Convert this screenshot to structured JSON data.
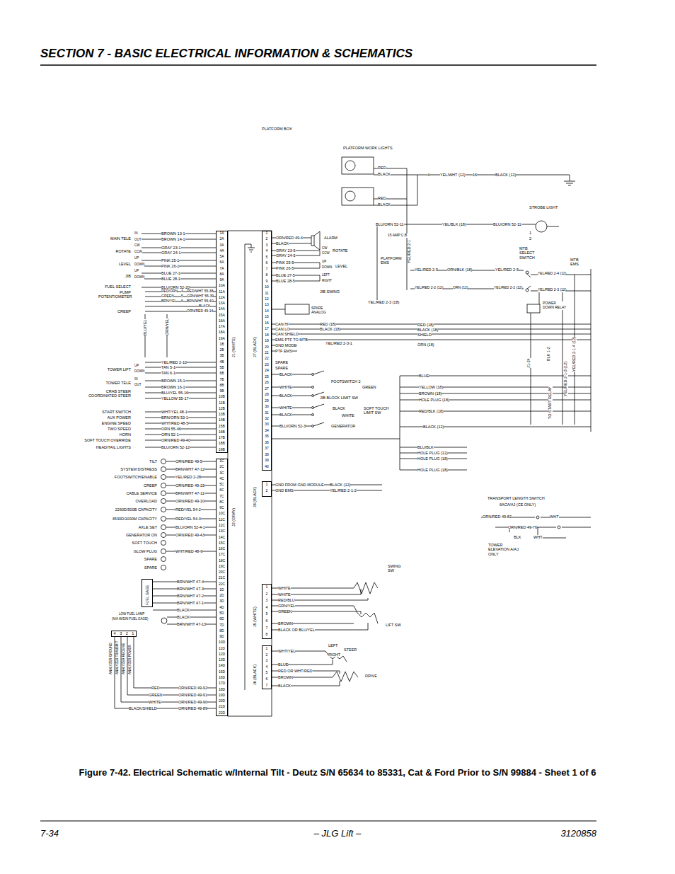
{
  "diagram": {
    "title": "SECTION 7 - BASIC ELECTRICAL INFORMATION & SCHEMATICS",
    "caption": "Figure 7-42. Electrical Schematic w/Internal Tilt - Deutz S/N 65634 to 85331, Cat & Ford Prior to S/N 99884 - Sheet 1 of 6",
    "nodes": [
      {
        "text": [
          "J1 (WHITE)"
        ]
      },
      {
        "text": [
          "J2 (GRAY)"
        ]
      },
      {
        "text": [
          "J7 (BLACK)"
        ]
      },
      {
        "text": [
          "J8 (BLACK)"
        ]
      },
      {
        "text": [
          "J5 (WHITE)"
        ]
      },
      {
        "text": [
          "J6 (BLACK)"
        ]
      },
      {
        "text": [
          "FUEL GAGE"
        ]
      },
      {
        "text": [
          "4 3 2 1"
        ]
      }
    ],
    "labels": [
      "7-34",
      "– JLG Lift –",
      "3120858",
      "PLATFORM BOX",
      "PLATFORM WORK LIGHTS",
      "RED",
      "BLACK",
      "RED",
      "BLACK",
      "4",
      "YEL/WHT (12)",
      "16",
      "BLACK (12)",
      "STROBE LIGHT",
      "BLU/ORN 52-11",
      "YEL/BLK (18)",
      "BLU/ORN 52-11",
      "1",
      "2",
      "15 AMP C.B.",
      "YEL/RED 2-1",
      "PLATFORM EMS",
      "YEL/RED 2-5",
      "ORN/BLK (18)",
      "YEL/RED 2-5",
      "YEL/RED 2-2 (12)",
      "ORN (12)",
      "YEL/RED 2-2 (12)",
      "MTB SELECT SWITCH",
      "MTB EMS",
      "YEL/RED 2-4 (12)",
      "YEL/RED 2-3 (12)",
      "POWER DOWN RELAY",
      "YEL/RED 2-3 (18)",
      "ORN/RED 49-4",
      "BLACK",
      "GRAY 23-5",
      "GRAY 24-5",
      "PINK 25-5",
      "PINK 26-5",
      "BLUE 27-5",
      "BLUE 28-5",
      "ALARM",
      "ROTATE",
      "LEVEL",
      "JIB SWING",
      "CW",
      "CCW",
      "UP",
      "DOWN",
      "LEFT",
      "RIGHT",
      "SPARE ANALOG",
      "CAN HI",
      "CAN LO",
      "CAN SHIELD",
      "EMS PTF TO MTB",
      "GND MODE",
      "PTF EMS",
      "RED (18)",
      "BLACK (18)",
      "YEL/RED 2-3-1",
      "RED (18)",
      "BLACK (18)",
      "SHIELD",
      "ORN (18)",
      "SPARE",
      "SPARE",
      "BLACK",
      "WHITE",
      "BLACK",
      "WHITE",
      "BLACK",
      "BLU/ORN 52-3",
      "FOOTSWITCH 2",
      "GREEN",
      "JIB BLOCK LIMIT SW",
      "BLACK",
      "WHITE",
      "GENERATOR",
      "SOFT TOUCH LIMIT SW",
      "BLUE",
      "YELLOW (18)",
      "BROWN (18)",
      "HOLE PLUG (18)",
      "RED/BLK (18)",
      "BLACK (12)",
      "BLU/BLK",
      "HOLE PLUG (12)",
      "HOLE PLUG (18)",
      "HOLE PLUG (18)",
      "BLK 1-2",
      "J1-24",
      "TO START RELAY",
      "YEL/RED 2-1-3 (12)",
      "YEL/RED 2-1-4 (12)",
      "GND FROM GND MODULE",
      "GND EMS",
      "BLACK (12)",
      "YEL/RED 2-1-2",
      "TRANSPORT LENGTH SWITCH",
      "6ACA/AJ (CE ONLY)",
      "ORN/RED 49-82",
      "WHT",
      "ORN/RED 49-76",
      "BLK",
      "WHT",
      "TOWER ELEVATION A/AJ ONLY",
      "SWING SW",
      "LIFT SW",
      "WHITE",
      "WHITE",
      "RED/BLU",
      "GRN/YEL",
      "GREEN",
      "BROWN",
      "BLACK OR BLU/YEL",
      "LEFT",
      "RIGHT",
      "STEER",
      "WHT/YEL",
      "BLUE",
      "RED OR WHT/RED",
      "BROWN",
      "BLACK",
      "DRIVE",
      "MAIN TELE",
      "ROTATE",
      "LEVEL",
      "JIB",
      "FUEL SELECT",
      "CREEP",
      "PUMP POTENTIOMETER",
      "IN",
      "OUT",
      "CW",
      "CCW",
      "UP",
      "DOWN",
      "UP",
      "DOWN",
      "BROWN 13-1",
      "BROWN 14-1",
      "GRAY 23-1",
      "GRAY 24-1",
      "PINK 25-1",
      "PINK 26-1",
      "BLUE 27-1",
      "BLUE 28-1",
      "BLU/ORN 52-20",
      "RED/ORN",
      "GREEN",
      "BRN/YEL",
      "4",
      "5",
      "6",
      "RED/WHT 55-38",
      "GRN/WHT 55-39",
      "BRN/WHT 55-40",
      "BLACK",
      "ORN/RED 49-14",
      "BLU/YEL",
      "ORN/YEL",
      "YEL/RED 2-10",
      "UP",
      "DOWN",
      "IN",
      "OUT",
      "TOWER LIFT",
      "TOWER TELE",
      "CRAB STEER COORDINATED STEER",
      "START SWITCH",
      "AUX POWER",
      "ENGINE SPEED",
      "TWO SPEED",
      "HORN",
      "SOFT TOUCH OVERRIDE",
      "HEAD/TAIL LIGHTS",
      "TAN 5-1",
      "TAN 6-1",
      "BROWN 15-1",
      "BROWN 16-1",
      "BLU/YEL 55-16",
      "YELLOW 55-17",
      "WHT/YEL 48-1",
      "BRN/ORN 53-1",
      "WHT/RED 48-5",
      "ORN 55-46",
      "ORN 52-1",
      "ORN/RED 49-40",
      "BLU/ORN 52-12",
      "TILT",
      "SYSTEM DISTRESS",
      "FOOTSWITCH/ENABLE",
      "CREEP",
      "CABLE SERVICE",
      "OVERLOAD",
      "2260D/500B CAPACITY",
      "4530D/1000M CAPACITY",
      "AXLE SET",
      "GENERATOR ON",
      "SOFT TOUCH",
      "GLOW PLUG",
      "SPARE",
      "SPARE",
      "ORN/RED 49-5",
      "BRN/WHT 47-12",
      "YEL/RED 2-28",
      "ORN/RED 49-15",
      "BRN/WHT 47-11",
      "ORN/RED 49-10",
      "RED/YEL 54-2",
      "RED/YEL 54-3",
      "BLU/ORN 52-4-1",
      "ORN/RED 49-43",
      "WHT/RED 48-6",
      "BRN/WHT 47-4",
      "BRN/WHT 47-3",
      "BRN/WHT 47-2",
      "BRN/WHT 47-1",
      "BLACK",
      "LOW FUEL LAMP",
      "(N/A W/DIN FUEL GAGE)",
      "BLACK",
      "BRN/WHT 47-13",
      "ANALYZER GROUND",
      "ANALYZER TRANSMIT",
      "ANALYZER RECEIVE",
      "ANALYZER POWER",
      "RED",
      "GREEN",
      "WHITE",
      "BLACK/SHIELD",
      "ORN/RED 49-92",
      "ORN/RED 49-91",
      "ORN/RED 49-90",
      "ORN/RED 49-89",
      "1A",
      "2A",
      "3A",
      "4A",
      "5A",
      "6A",
      "7A",
      "8A",
      "9A",
      "10A",
      "11A",
      "12A",
      "13A",
      "14A",
      "15A",
      "16A",
      "17A",
      "18A",
      "19A",
      "1B",
      "2B",
      "3B",
      "4B",
      "5B",
      "6B",
      "7B",
      "8B",
      "9B",
      "10B",
      "11B",
      "12B",
      "13B",
      "14B",
      "15B",
      "16B",
      "17B",
      "18B",
      "19B",
      "1C",
      "2C",
      "3C",
      "4C",
      "5C",
      "6C",
      "7C",
      "8C",
      "9C",
      "10C",
      "11C",
      "12C",
      "13C",
      "14C",
      "15C",
      "16C",
      "17C",
      "18C",
      "19C",
      "20C",
      "21C",
      "22C",
      "1D",
      "2D",
      "3D",
      "4D",
      "5D",
      "6D",
      "7D",
      "8D",
      "9D",
      "10D",
      "11D",
      "12D",
      "13D",
      "14D",
      "15D",
      "16D",
      "17D",
      "18D",
      "19D",
      "20D",
      "21D",
      "22D",
      "1",
      "2",
      "3",
      "4",
      "5",
      "6",
      "7",
      "8",
      "9",
      "10",
      "11",
      "12",
      "13",
      "14",
      "15",
      "16",
      "17",
      "18",
      "19",
      "20",
      "21",
      "22",
      "23",
      "24",
      "25",
      "26",
      "27",
      "28",
      "29",
      "30",
      "31",
      "32",
      "33",
      "34",
      "35",
      "36",
      "37",
      "38",
      "39",
      "40",
      "1",
      "2",
      "1",
      "2",
      "3",
      "4",
      "5",
      "6",
      "7",
      "8",
      "1",
      "2",
      "3",
      "4",
      "5",
      "6",
      "7"
    ]
  }
}
